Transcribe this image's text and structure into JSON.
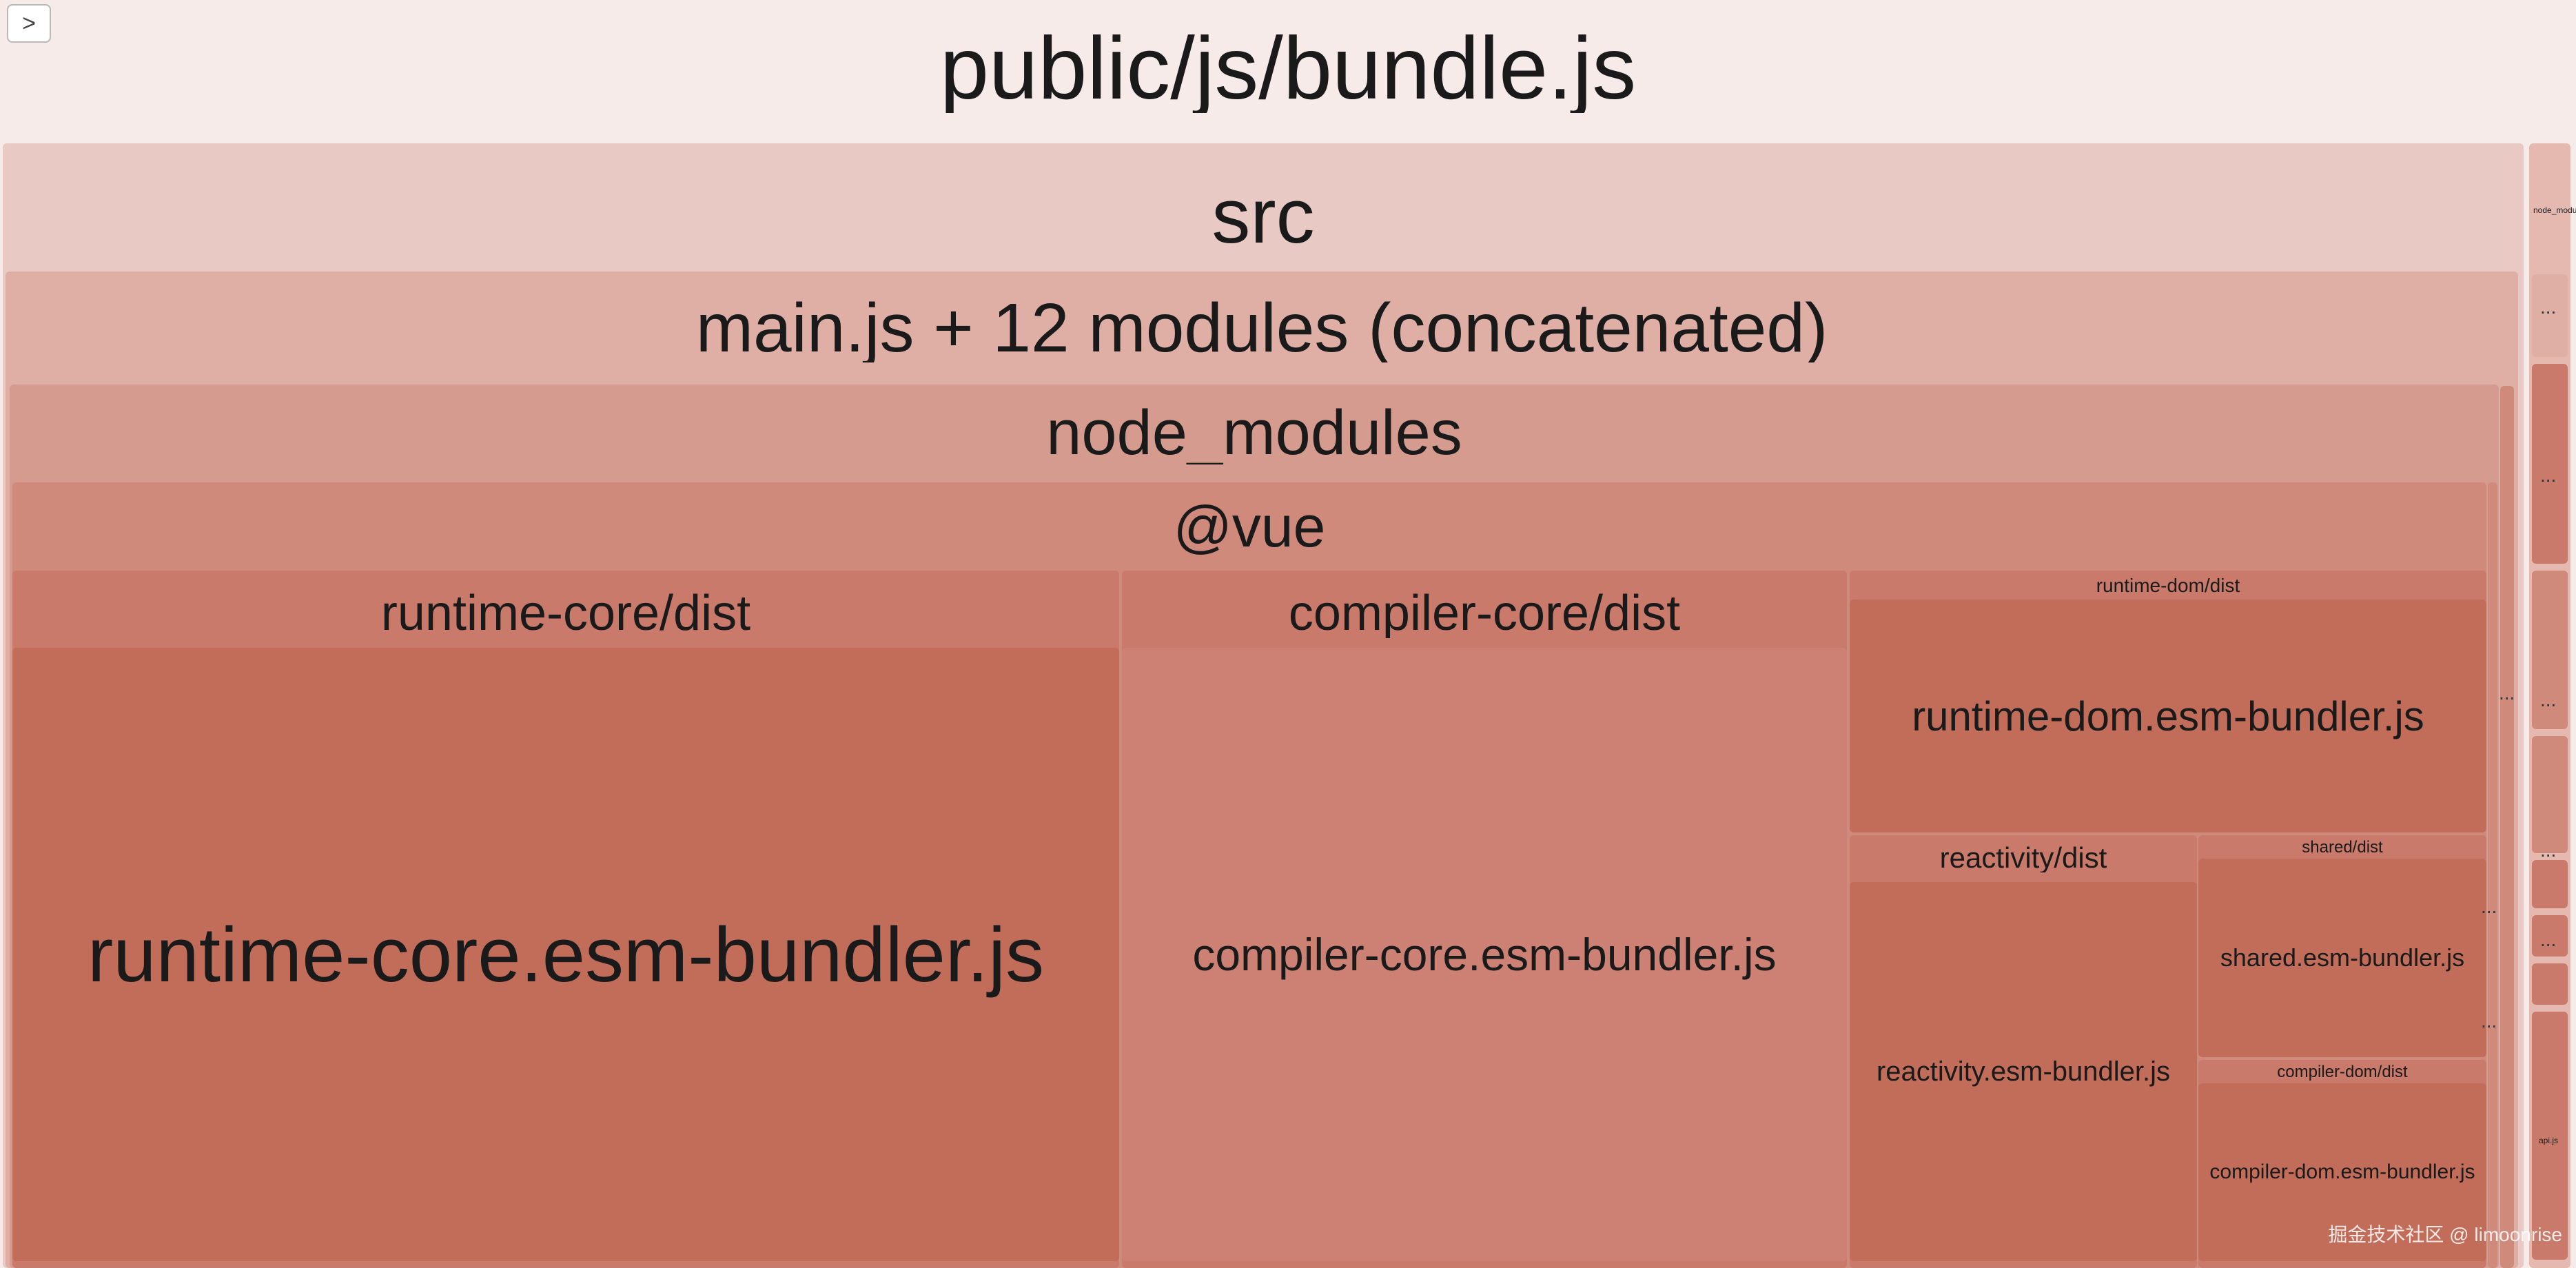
{
  "toggle_label": ">",
  "root": {
    "label": "public/js/bundle.js"
  },
  "src": {
    "label": "src"
  },
  "main": {
    "label": "main.js + 12 modules (concatenated)"
  },
  "node_modules": {
    "label": "node_modules"
  },
  "vue": {
    "label": "@vue"
  },
  "runtime_core": {
    "folder": "runtime-core/dist",
    "file": "runtime-core.esm-bundler.js"
  },
  "compiler_core": {
    "folder": "compiler-core/dist",
    "file": "compiler-core.esm-bundler.js"
  },
  "runtime_dom": {
    "folder": "runtime-dom/dist",
    "file": "runtime-dom.esm-bundler.js"
  },
  "reactivity": {
    "folder": "reactivity/dist",
    "file": "reactivity.esm-bundler.js"
  },
  "shared": {
    "folder": "shared/dist",
    "file": "shared.esm-bundler.js"
  },
  "compiler_dom": {
    "folder": "compiler-dom/dist",
    "file": "compiler-dom.esm-bundler.js"
  },
  "ellipsis": "...",
  "sidebar": {
    "label_top": "node_modules",
    "label_api": "api.js"
  },
  "watermark": "掘金技术社区 @ limoonrise"
}
